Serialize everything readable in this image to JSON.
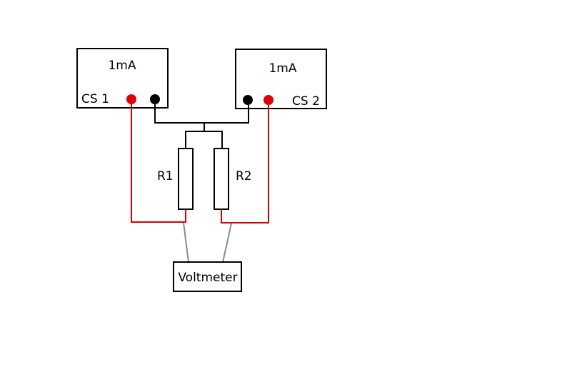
{
  "cs1": {
    "current": "1mA",
    "name": "CS 1"
  },
  "cs2": {
    "current": "1mA",
    "name": "CS 2"
  },
  "resistors": {
    "r1": "R1",
    "r2": "R2"
  },
  "voltmeter": {
    "label": "Voltmeter"
  },
  "colors": {
    "positive_terminal": "#e00000",
    "negative_terminal": "#000000",
    "positive_wire": "#d40000",
    "common_wire": "#000000",
    "probe_wire": "#8a8a8a",
    "outline": "#000000"
  }
}
